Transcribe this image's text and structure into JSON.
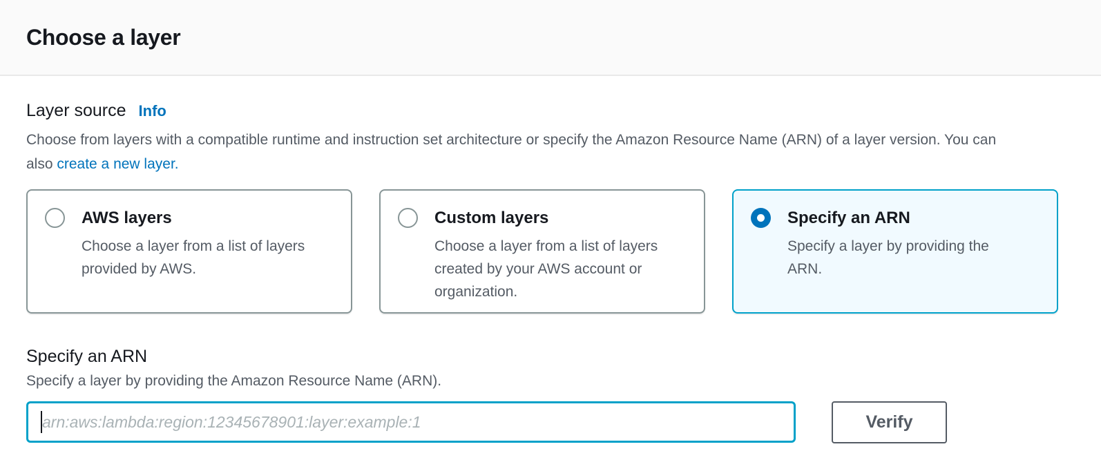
{
  "header": {
    "title": "Choose a layer"
  },
  "layer_source": {
    "label": "Layer source",
    "info_link_label": "Info",
    "description_text": "Choose from layers with a compatible runtime and instruction set architecture or specify the Amazon Resource Name (ARN) of a layer version. You can also ",
    "create_layer_link_label": "create a new layer.",
    "options": [
      {
        "title": "AWS layers",
        "description": "Choose a layer from a list of layers provided by AWS.",
        "selected": false
      },
      {
        "title": "Custom layers",
        "description": "Choose a layer from a list of layers created by your AWS account or organization.",
        "selected": false
      },
      {
        "title": "Specify an ARN",
        "description": "Specify a layer by providing the ARN.",
        "selected": true
      }
    ]
  },
  "specify_arn": {
    "title": "Specify an ARN",
    "description": "Specify a layer by providing the Amazon Resource Name (ARN).",
    "input_value": "",
    "input_placeholder": "arn:aws:lambda:region:12345678901:layer:example:1",
    "verify_button_label": "Verify"
  },
  "colors": {
    "accent_blue": "#0073bb",
    "selected_border": "#00a1c9",
    "selected_background": "#f1faff",
    "heading_text": "#16191f",
    "body_text": "#545b64",
    "card_border": "#879596",
    "header_background": "#fafafa",
    "divider": "#e9e9e9"
  }
}
